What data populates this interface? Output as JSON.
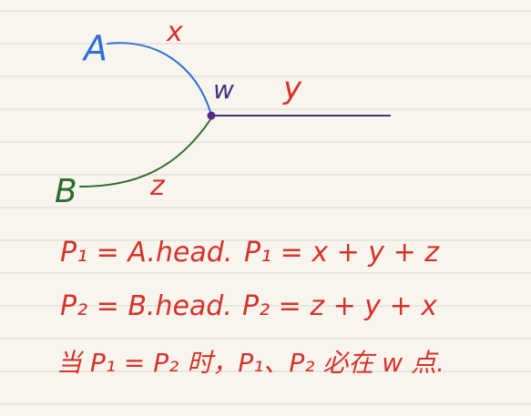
{
  "colors": {
    "paper": "#f7f5ee",
    "rule_line": "#d9d6cc",
    "blue": "#2f6fd6",
    "red": "#d6322a",
    "green": "#2e6b2c",
    "purple": "#4a2f7a",
    "dot": "#5a2a8a"
  },
  "diagram": {
    "label_a": "A",
    "label_b": "B",
    "label_x": "x",
    "label_y": "y",
    "label_z": "z",
    "label_w": "w"
  },
  "notes": {
    "line1_left": "P₁ = A.head.",
    "line1_right": "P₁ = x + y + z",
    "line2_left": "P₂ = B.head.",
    "line2_right": "P₂ = z + y + x",
    "line3": "当 P₁ = P₂ 时，P₁、P₂ 必在 w 点."
  }
}
